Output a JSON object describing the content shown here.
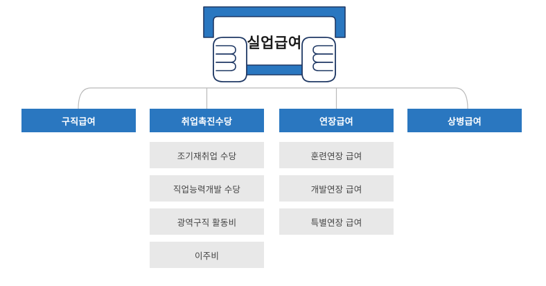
{
  "diagram": {
    "title_visible": "실업급여",
    "root": {
      "label": "실업급여",
      "icon": "hands-holding-banner-icon"
    },
    "columns": [
      {
        "head": "구직급여",
        "sub_items": []
      },
      {
        "head": "취업촉진수당",
        "sub_items": [
          "조기재취업 수당",
          "직업능력개발 수당",
          "광역구직 활동비",
          "이주비"
        ]
      },
      {
        "head": "연장급여",
        "sub_items": [
          "훈련연장 급여",
          "개발연장 급여",
          "특별연장 급여"
        ]
      },
      {
        "head": "상병급여",
        "sub_items": []
      }
    ],
    "colors": {
      "primary_blue": "#2a77c0",
      "banner_outline": "#1f3864",
      "sub_gray": "#e8e8e8",
      "sub_text": "#444444",
      "connector_line": "#b9b9b9",
      "background": "#ffffff"
    }
  }
}
